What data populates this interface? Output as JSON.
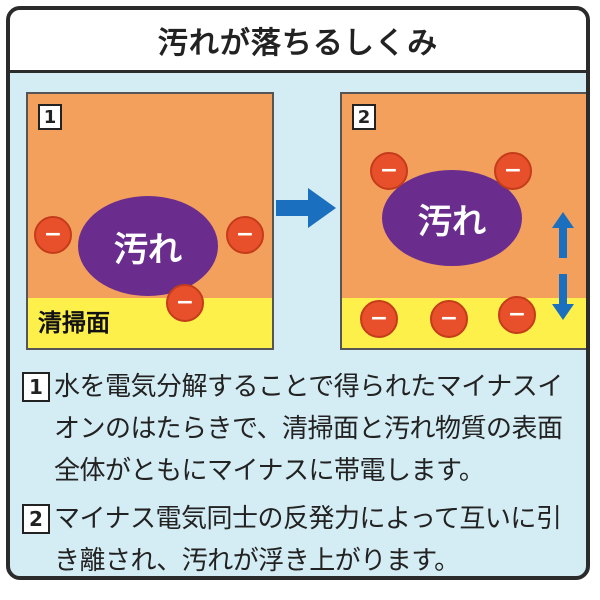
{
  "title": "汚れが落ちるしくみ",
  "panel1": {
    "number": "1",
    "dirt_label": "汚れ",
    "surface_label": "清掃面",
    "charge_label": "−"
  },
  "panel2": {
    "number": "2",
    "dirt_label": "汚れ",
    "charge_label": "−"
  },
  "colors": {
    "panel_bg": "#f3a05c",
    "surface": "#fdf04a",
    "dirt": "#6a2d8e",
    "charge": "#e7502b",
    "arrow": "#1a6fbf",
    "card_bg": "#d4ecf3"
  },
  "icons": {
    "step_arrow": "arrow-right-icon",
    "repel_up": "arrow-up-icon",
    "repel_down": "arrow-down-icon"
  },
  "descriptions": [
    {
      "number": "1",
      "text": "水を電気分解することで得られたマイナスイオンのはたらきで、清掃面と汚れ物質の表面全体がともにマイナスに帯電します。"
    },
    {
      "number": "2",
      "text": "マイナス電気同士の反発力によって互いに引き離され、汚れが浮き上がります。"
    }
  ]
}
